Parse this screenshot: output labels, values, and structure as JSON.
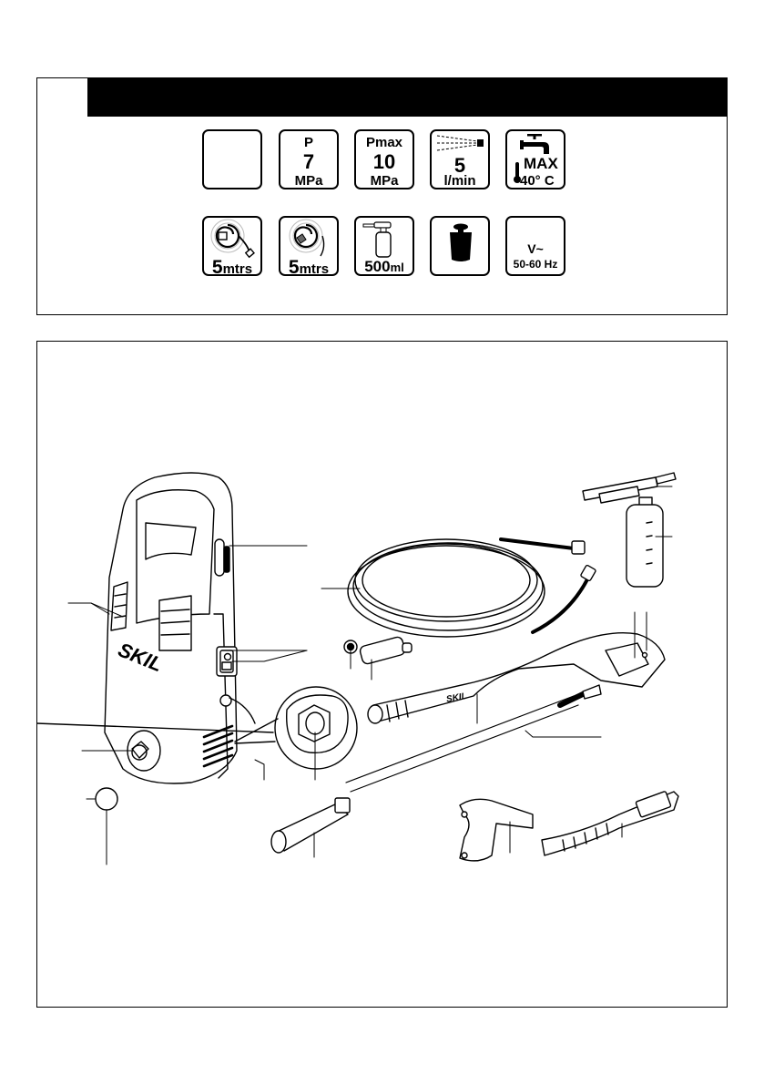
{
  "page": {
    "title_bar_text": "",
    "brand": "SKIL"
  },
  "specs": {
    "row1": [
      {
        "id": "model-number",
        "top": "",
        "value": "",
        "unit": "",
        "icon": "blank"
      },
      {
        "id": "rated-pressure",
        "top": "P",
        "value": "7",
        "unit": "MPa",
        "icon": "none"
      },
      {
        "id": "max-pressure",
        "top": "Pmax",
        "value": "10",
        "unit": "MPa",
        "icon": "none"
      },
      {
        "id": "flow-rate",
        "top": "",
        "value": "5",
        "unit": "l/min",
        "icon": "spray-nozzle-icon"
      },
      {
        "id": "max-inlet-temperature",
        "top": "",
        "value": "MAX",
        "unit": "40° C",
        "icon": "tap-thermometer-icon"
      }
    ],
    "row2": [
      {
        "id": "hose-length",
        "value": "5",
        "unit": "mtrs",
        "icon": "hose-reel-icon"
      },
      {
        "id": "cable-length",
        "value": "5",
        "unit": "mtrs",
        "icon": "cable-reel-icon"
      },
      {
        "id": "detergent-bottle",
        "value": "500",
        "unit": "ml",
        "icon": "detergent-bottle-icon"
      },
      {
        "id": "weight",
        "value": "",
        "unit": "",
        "icon": "weight-icon"
      },
      {
        "id": "voltage-frequency",
        "value": "V~",
        "unit": "50-60 Hz",
        "icon": "none"
      }
    ]
  },
  "parts_diagram": {
    "parts": [
      {
        "name": "on-off-switch",
        "label": ""
      },
      {
        "name": "storage-hooks",
        "label": ""
      },
      {
        "name": "carrying-handle",
        "label": ""
      },
      {
        "name": "cable-hook",
        "label": ""
      },
      {
        "name": "water-inlet",
        "label": ""
      },
      {
        "name": "water-outlet",
        "label": ""
      },
      {
        "name": "ventilation-slots",
        "label": ""
      },
      {
        "name": "water-filter",
        "label": ""
      },
      {
        "name": "high-pressure-hose",
        "label": ""
      },
      {
        "name": "inlet-filter-washer",
        "label": ""
      },
      {
        "name": "garden-hose-connector",
        "label": ""
      },
      {
        "name": "spray-gun",
        "label": ""
      },
      {
        "name": "trigger",
        "label": ""
      },
      {
        "name": "trigger-lock",
        "label": ""
      },
      {
        "name": "lance",
        "label": ""
      },
      {
        "name": "adjustable-nozzle",
        "label": ""
      },
      {
        "name": "detergent-nozzle",
        "label": ""
      },
      {
        "name": "detergent-bottle",
        "label": ""
      },
      {
        "name": "wall-bracket",
        "label": ""
      },
      {
        "name": "hose-strap",
        "label": ""
      }
    ]
  }
}
